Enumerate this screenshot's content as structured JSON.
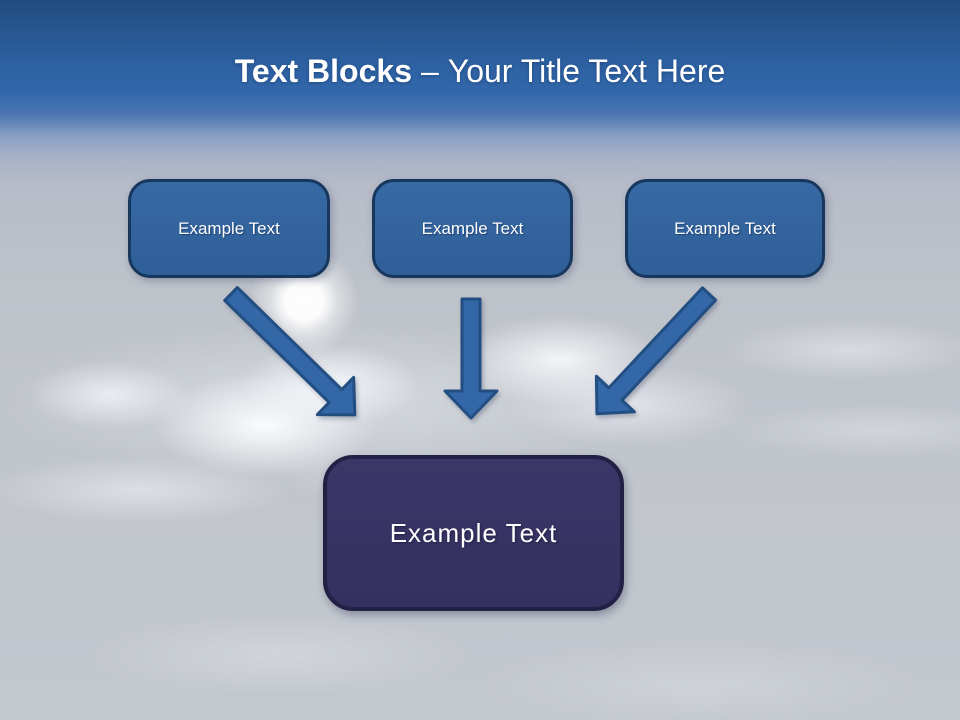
{
  "slide": {
    "title": {
      "emphasis": "Text Blocks",
      "separator": "–",
      "subtitle": "Your Title Text Here"
    }
  },
  "blocks": {
    "top": [
      {
        "label": "Example Text"
      },
      {
        "label": "Example Text"
      },
      {
        "label": "Example Text"
      }
    ],
    "result": {
      "label": "Example Text"
    }
  },
  "connectors": {
    "left": "down-right-arrow",
    "middle": "down-arrow",
    "right": "down-left-arrow"
  },
  "scene": {
    "moon": "glowing-moon",
    "background": "cloudy-sky"
  },
  "colors": {
    "header_blue": "#3268ac",
    "sky_gray": "#c3c7ce",
    "block_fill": "#32639d",
    "block_border": "#17375e",
    "result_fill": "#393464",
    "result_border": "#232046",
    "arrow_fill": "#3367a7",
    "arrow_outline": "#224e82",
    "title_text": "#ffffff",
    "block_text": "#ffffff"
  }
}
